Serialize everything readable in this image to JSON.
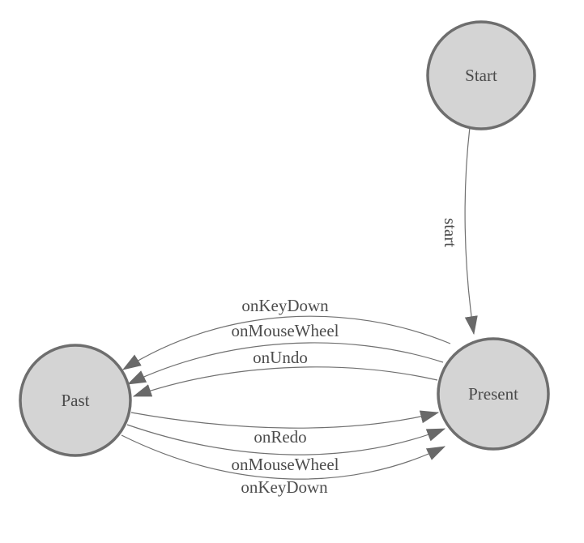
{
  "colors": {
    "background": "#ffffff",
    "node_fill": "#d4d4d4",
    "node_stroke": "#6e6e6e",
    "edge_stroke": "#707070",
    "arrow_fill": "#696969",
    "label_text": "#4d4d4d"
  },
  "nodes": [
    {
      "id": "start",
      "label": "Start"
    },
    {
      "id": "past",
      "label": "Past"
    },
    {
      "id": "present",
      "label": "Present"
    }
  ],
  "edges": [
    {
      "id": "start-to-present",
      "from": "Start",
      "to": "Present",
      "label": "start"
    },
    {
      "id": "present-to-past-keydown",
      "from": "Present",
      "to": "Past",
      "label": "onKeyDown"
    },
    {
      "id": "present-to-past-mousewheel",
      "from": "Present",
      "to": "Past",
      "label": "onMouseWheel"
    },
    {
      "id": "present-to-past-undo",
      "from": "Present",
      "to": "Past",
      "label": "onUndo"
    },
    {
      "id": "past-to-present-redo",
      "from": "Past",
      "to": "Present",
      "label": "onRedo"
    },
    {
      "id": "past-to-present-mousewheel",
      "from": "Past",
      "to": "Present",
      "label": "onMouseWheel"
    },
    {
      "id": "past-to-present-keydown",
      "from": "Past",
      "to": "Present",
      "label": "onKeyDown"
    }
  ]
}
